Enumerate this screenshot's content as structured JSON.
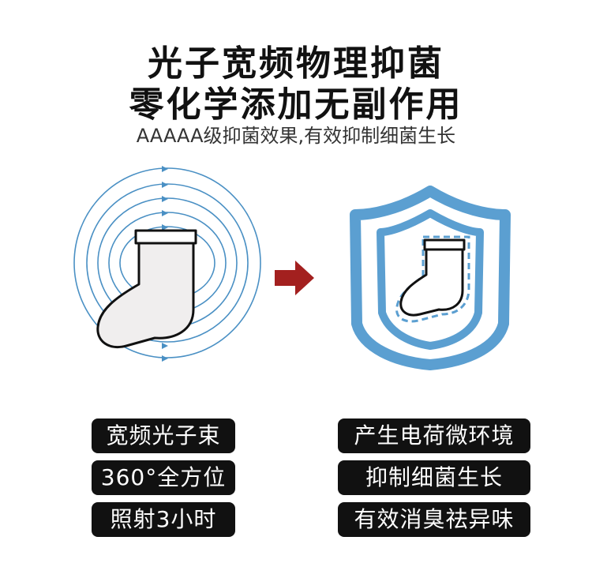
{
  "headline": {
    "line1": "光子宽频物理抑菌",
    "line2": "零化学添加无副作用",
    "subline": "AAAAA级抑菌效果,有效抑制细菌生长"
  },
  "left_features": [
    "宽频光子束",
    "360°全方位",
    "照射3小时"
  ],
  "right_features": [
    "产生电荷微环境",
    "抑制细菌生长",
    "有效消臭祛异味"
  ],
  "colors": {
    "field_blue": "#4a90c4",
    "shield_blue": "#5b9fd1",
    "arrow_red": "#a3201f",
    "pill_bg": "#111111",
    "sock_fill": "#f0eeee"
  },
  "icons": {
    "left": "sock-in-field-lines",
    "center": "right-arrow",
    "right": "shield-with-sock"
  }
}
